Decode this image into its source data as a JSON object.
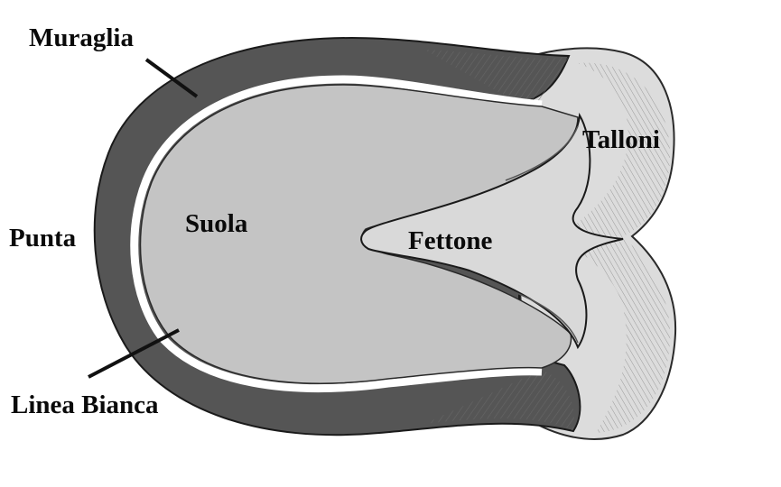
{
  "diagram": {
    "labels": {
      "muraglia": "Muraglia",
      "punta": "Punta",
      "linea_bianca": "Linea Bianca",
      "suola": "Suola",
      "fettone": "Fettone",
      "talloni": "Talloni"
    },
    "colors": {
      "background": "#ffffff",
      "wall": "#555555",
      "white_line": "#ffffff",
      "sole": "#c4c4c4",
      "frog": "#d9d9d9",
      "heel": "#dedede",
      "outline": "#1a1a1a",
      "text": "#0a0a0a"
    }
  }
}
